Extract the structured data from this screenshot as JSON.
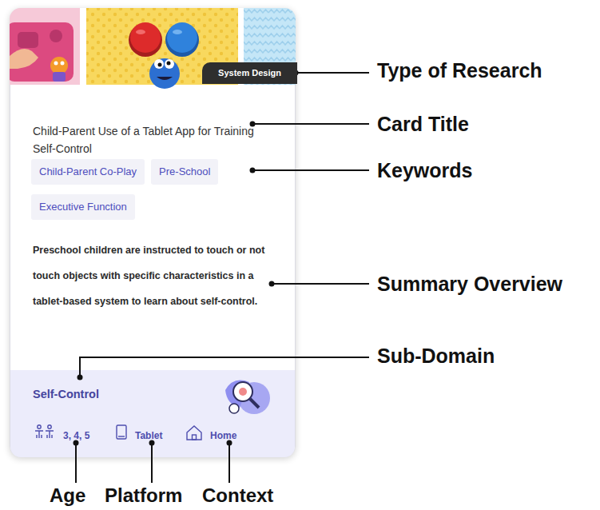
{
  "diagram": {
    "nodes": [
      {
        "text": [
          "Child-Parent Use of a Tablet App for Training Self-Control",
          "Preschool children are instructed to touch or not touch objects with specific characteristics in a tablet-based system to learn about self-control."
        ]
      },
      {
        "text": [
          "System Design"
        ],
        "in": 0
      },
      {
        "text": [
          "Child-Parent Co-Play"
        ],
        "in": 0
      },
      {
        "text": [
          "Pre-School"
        ],
        "in": 0
      },
      {
        "text": [
          "Executive Function"
        ],
        "in": 0
      },
      {
        "text": [
          "Self-Control",
          "3, 4, 5",
          "Tablet",
          "Home"
        ],
        "in": 0
      }
    ],
    "labels": [
      "Type of Research",
      "Card Title",
      "Keywords",
      "Summary Overview",
      "Sub-Domain",
      "Age",
      "Platform",
      "Context"
    ]
  }
}
